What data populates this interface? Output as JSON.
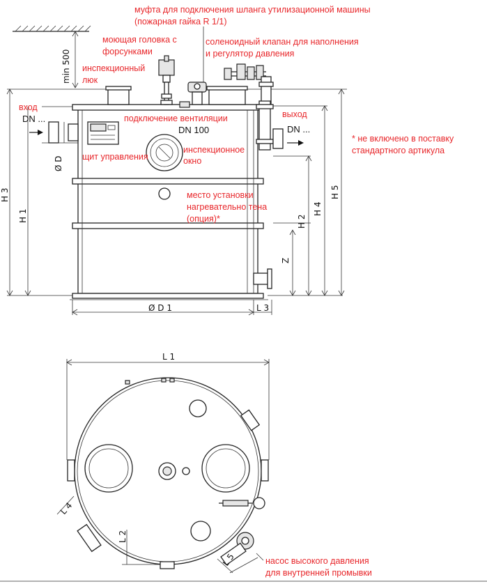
{
  "labels": {
    "coupling": "муфта для подключения шланга утилизационной машины",
    "coupling_2": "(пожарная гайка R 1/1)",
    "wash_head": "моющая головка с",
    "wash_head_2": "форсунками",
    "solenoid": "соленоидный клапан для наполнения",
    "solenoid_2": "и регулятор давления",
    "inspection_hatch": "инспекционный",
    "inspection_hatch_2": "люк",
    "inlet": "вход",
    "outlet": "выход",
    "vent": "подключение вентиляции",
    "vent_dn": "DN 100",
    "control_panel": "щит управления",
    "insp_window": "инспекционное",
    "insp_window_2": "окно",
    "not_included": "* не включено в поставку",
    "not_included_2": "стандартного артикула",
    "heater": "место установки",
    "heater_2": "нагревательно тена",
    "heater_3": "(опция)*",
    "pump": "насос высокого давления",
    "pump_2": "для внутренней промывки"
  },
  "dims": {
    "min500": "min 500",
    "dn_in": "DN ...",
    "dn_out": "DN ...",
    "od": "Ø D",
    "h1": "H 1",
    "h2": "H 2",
    "h3": "H 3",
    "h4": "H 4",
    "h5": "H 5",
    "z": "Z",
    "d1": "Ø D 1",
    "l3": "L 3",
    "l1": "L 1",
    "l2": "L 2",
    "l4": "L 4",
    "l5": "L 5"
  },
  "colors": {
    "annotation": "#e8262a",
    "line": "#222222"
  }
}
